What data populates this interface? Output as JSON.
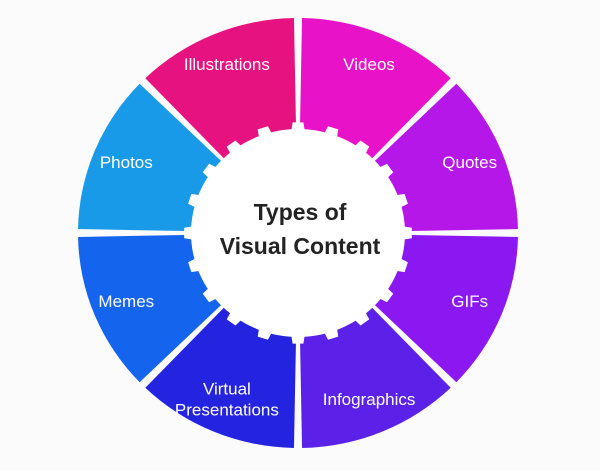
{
  "background_color": "#fbfbfb",
  "center": {
    "title_line1": "Types of",
    "title_line2": "Visual Content",
    "text_color": "#232323",
    "fill_color": "#ffffff"
  },
  "chart_data": {
    "type": "pie",
    "title": "Types of Visual Content",
    "subtype": "donut-wheel",
    "legend_position": "in-segment",
    "grid": false,
    "label_color": "#ffffff",
    "equal_segments": true,
    "segment_count": 8,
    "start_angle_deg": -90,
    "categories": [
      "Videos",
      "Quotes",
      "GIFs",
      "Infographics",
      "Virtual Presentations",
      "Memes",
      "Photos",
      "Illustrations"
    ],
    "values": [
      12.5,
      12.5,
      12.5,
      12.5,
      12.5,
      12.5,
      12.5,
      12.5
    ],
    "colors": [
      "#e812c8",
      "#b517e8",
      "#8b18f0",
      "#5b21e8",
      "#2424e0",
      "#1464ee",
      "#199ae8",
      "#e6127f"
    ],
    "segments": [
      {
        "label": "Videos",
        "color": "#e812c8",
        "position": "top-right",
        "share_pct": 12.5
      },
      {
        "label": "Quotes",
        "color": "#b517e8",
        "position": "right-upper",
        "share_pct": 12.5
      },
      {
        "label": "GIFs",
        "color": "#8b18f0",
        "position": "right-lower",
        "share_pct": 12.5
      },
      {
        "label": "Infographics",
        "color": "#5b21e8",
        "position": "bottom-right",
        "share_pct": 12.5
      },
      {
        "label": "Virtual Presentations",
        "color": "#2424e0",
        "position": "bottom-left",
        "share_pct": 12.5
      },
      {
        "label": "Memes",
        "color": "#1464ee",
        "position": "left-lower",
        "share_pct": 12.5
      },
      {
        "label": "Photos",
        "color": "#199ae8",
        "position": "left-upper",
        "share_pct": 12.5
      },
      {
        "label": "Illustrations",
        "color": "#e6127f",
        "position": "top-left",
        "share_pct": 12.5
      }
    ],
    "xlabel": "",
    "ylabel": ""
  }
}
